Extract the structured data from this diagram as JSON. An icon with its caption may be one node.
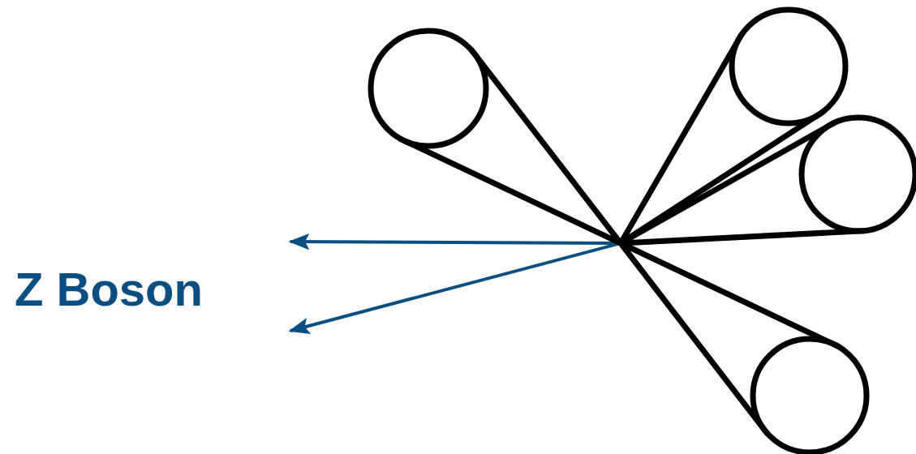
{
  "diagram": {
    "nodes": [
      {
        "text": [],
        "shape": "cone"
      },
      {
        "text": [],
        "shape": "cone"
      },
      {
        "text": [],
        "shape": "cone"
      },
      {
        "text": [],
        "shape": "cone"
      }
    ],
    "labels": [
      "Z Boson"
    ]
  }
}
